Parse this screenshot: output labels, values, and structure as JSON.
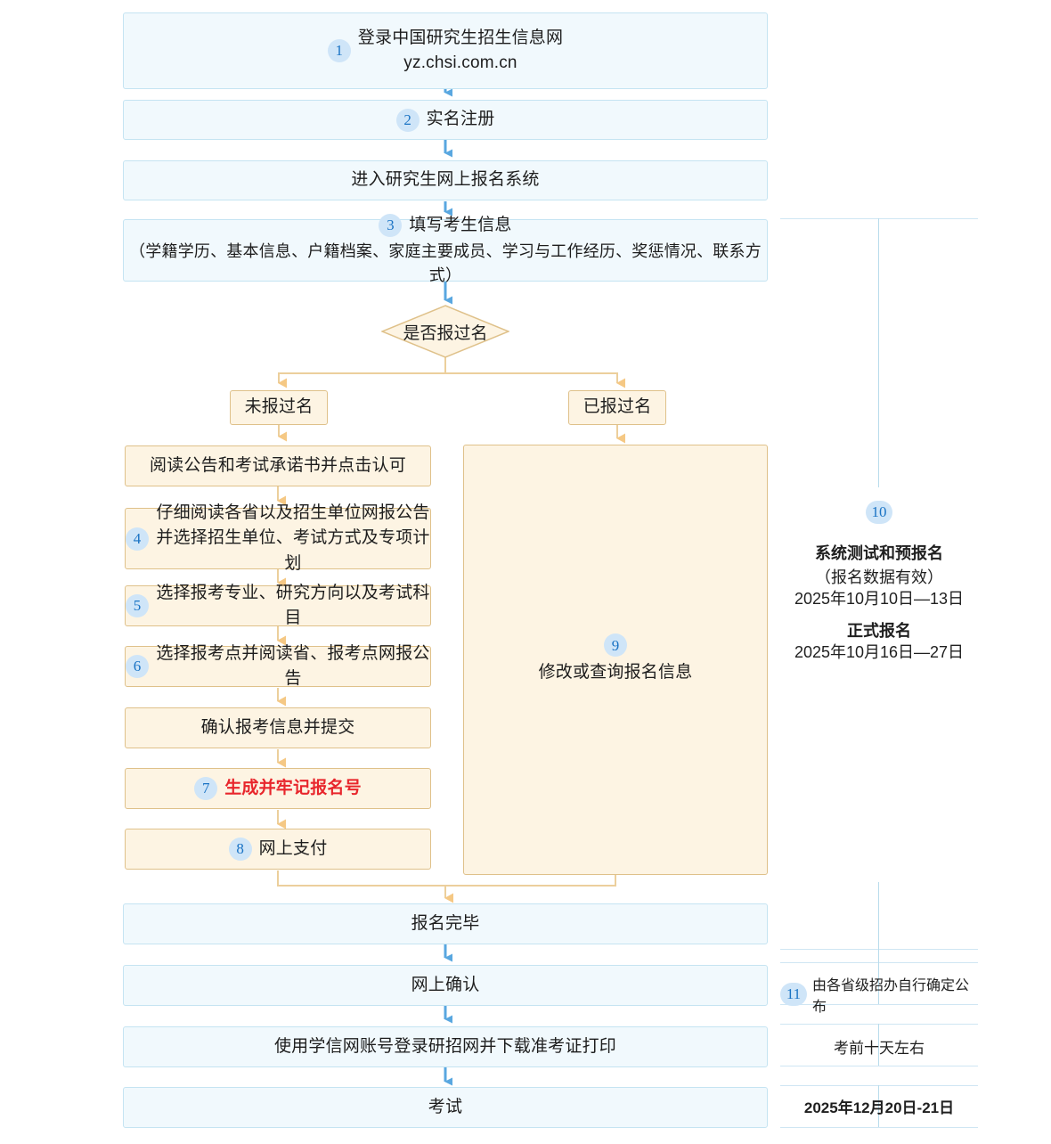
{
  "colors": {
    "blue_fill": "#f1f9fd",
    "blue_border": "#c5e4f2",
    "orange_fill": "#fdf4e3",
    "orange_border": "#dfc18a",
    "badge_bg": "#cfe5f8",
    "badge_text": "#1a73c4",
    "arrow_blue": "#59a7e0",
    "arrow_orange": "#f5c884",
    "highlight_red": "#e8262c",
    "panel_line": "#cfe6f3"
  },
  "main_flow": {
    "step1": {
      "number": "1",
      "line1": "登录中国研究生招生信息网",
      "line2": "yz.chsi.com.cn"
    },
    "step2": {
      "number": "2",
      "label": "实名注册"
    },
    "enter_system": {
      "label": "进入研究生网上报名系统"
    },
    "step3": {
      "number": "3",
      "line1": "填写考生信息",
      "line2": "（学籍学历、基本信息、户籍档案、家庭主要成员、学习与工作经历、奖惩情况、联系方式）"
    },
    "decision": {
      "label": "是否报过名"
    },
    "branch_left": {
      "label": "未报过名"
    },
    "branch_right": {
      "label": "已报过名"
    },
    "finish": {
      "label": "报名完毕"
    },
    "online_confirm": {
      "label": "网上确认"
    },
    "download_ticket": {
      "label": "使用学信网账号登录研招网并下载准考证打印"
    },
    "exam": {
      "label": "考试"
    }
  },
  "left_branch": [
    {
      "number": "",
      "lines": [
        "阅读公告和考试承诺书并点击认可"
      ],
      "highlight": false
    },
    {
      "number": "4",
      "lines": [
        "仔细阅读各省以及招生单位网报公告",
        "并选择招生单位、考试方式及专项计划"
      ],
      "highlight": false
    },
    {
      "number": "5",
      "lines": [
        "选择报考专业、研究方向以及考试科目"
      ],
      "highlight": false
    },
    {
      "number": "6",
      "lines": [
        "选择报考点并阅读省、报考点网报公告"
      ],
      "highlight": false
    },
    {
      "number": "",
      "lines": [
        "确认报考信息并提交"
      ],
      "highlight": false
    },
    {
      "number": "7",
      "lines": [
        "生成并牢记报名号"
      ],
      "highlight": true
    },
    {
      "number": "8",
      "lines": [
        "网上支付"
      ],
      "highlight": false
    }
  ],
  "right_branch": {
    "number": "9",
    "label": "修改或查询报名信息"
  },
  "right_panel": {
    "step10": {
      "number": "10",
      "title": "系统测试和预报名",
      "subtitle": "（报名数据有效）",
      "date1": "2025年10月10日—13日",
      "title2": "正式报名",
      "date2": "2025年10月16日—27日"
    },
    "step11": {
      "number": "11",
      "label": "由各省级招办自行确定公布"
    },
    "ticket_time": {
      "label": "考前十天左右"
    },
    "exam_time": {
      "label": "2025年12月20日-21日"
    }
  }
}
